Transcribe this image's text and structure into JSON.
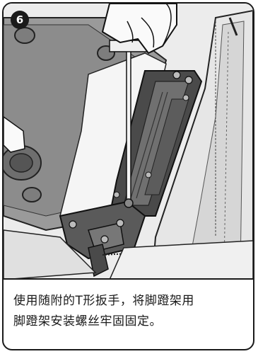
{
  "step": {
    "number": "6"
  },
  "illustration": {
    "icon": "screwdriver-assembly-illustration"
  },
  "caption": {
    "line1": "使用随附的T形扳手，将脚蹬架用",
    "line2": "脚蹬架安装螺丝牢固固定。"
  }
}
